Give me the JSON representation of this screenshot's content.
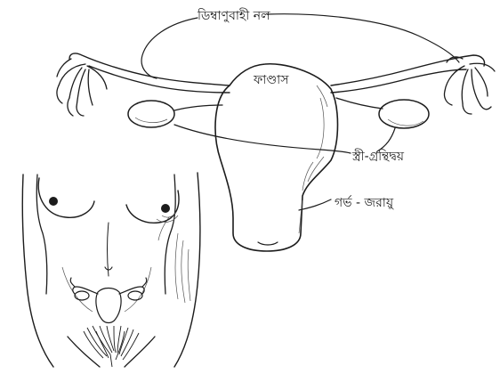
{
  "diagram": {
    "labels": {
      "fallopian_tube": "ডিম্বাণুবাহী নল",
      "fundus": "ফাণ্ডাস",
      "ovary": "স্ত্রী-গ্রন্থিদ্বয়",
      "uterus": "গর্ভ - জরায়ু"
    }
  },
  "colors": {
    "ink": "#1c1c1c",
    "background": "#ffffff"
  }
}
